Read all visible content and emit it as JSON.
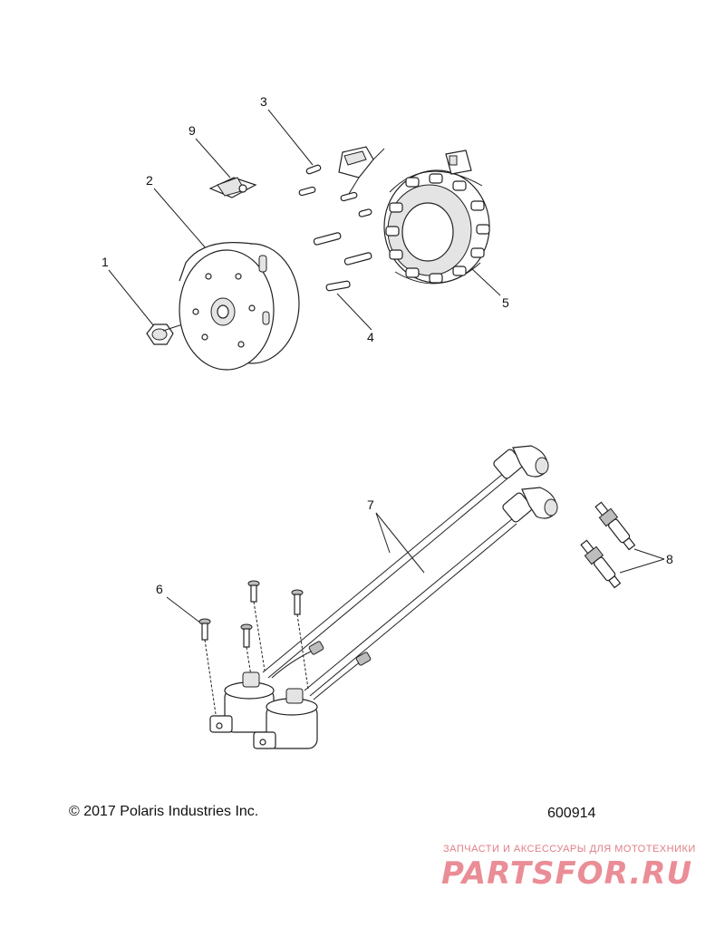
{
  "callouts": {
    "c1": "1",
    "c2": "2",
    "c3": "3",
    "c4": "4",
    "c5": "5",
    "c6": "6",
    "c7": "7",
    "c8": "8",
    "c9": "9"
  },
  "footer": {
    "copyright": "© 2017 Polaris Industries Inc.",
    "diagram_id": "600914"
  },
  "watermark": {
    "tagline": "ЗАПЧАСТИ И АКСЕССУАРЫ ДЛЯ МОТОТЕХНИКИ",
    "logo": "PARTSFOR.RU"
  },
  "colors": {
    "line": "#222222",
    "watermark": "#e6717d"
  }
}
